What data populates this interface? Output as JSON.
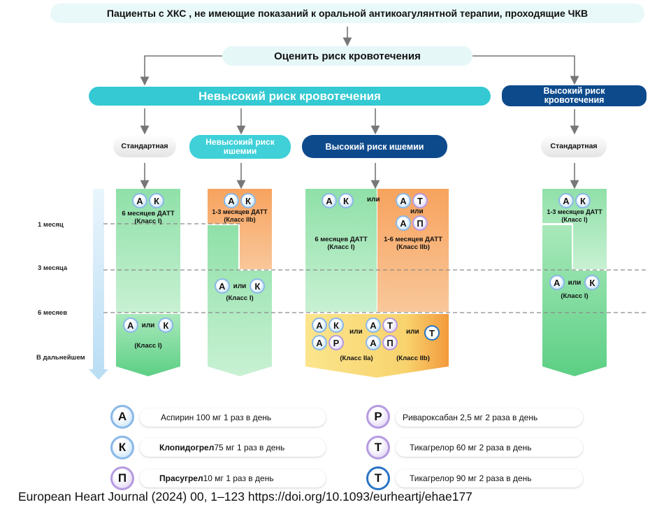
{
  "header": {
    "population": "Пациенты с ХКС , не имеющие показаний к оральной антикоагулянтной терапии, проходящие ЧКВ",
    "assess": "Оценить риск кровотечения",
    "low_bleeding": "Невысокий риск кровотечения",
    "high_bleeding_1": "Высокий риск",
    "high_bleeding_2": "кровотечения"
  },
  "branches": {
    "standard": "Стандартная",
    "low_ischemia_1": "Невысокий риск",
    "low_ischemia_2": "ишемии",
    "high_ischemia": "Высокий риск ишемии"
  },
  "timeline": {
    "month1": "1 месяц",
    "month3": "3 месяца",
    "month6": "6 месяев",
    "later": "В дальнейшем"
  },
  "columns": {
    "col1": {
      "top_text_1": "6 месяцев ДАТТ",
      "top_text_2": "(Класс I)",
      "bottom_text": "(Класс I)"
    },
    "col2": {
      "top_text_1": "1-3 месяцев ДАТТ",
      "top_text_2": "(Класс IIb)",
      "bottom_text": "(Класс I)"
    },
    "col3": {
      "left_text_1": "6 месяцев ДАТТ",
      "left_text_2": "(Класс I)",
      "right_text_1": "1-6 месяцев ДАТТ",
      "right_text_2": "(Класс IIb)",
      "bottom_left": "(Класс IIa)",
      "bottom_right": "(Класс IIb)"
    },
    "col4": {
      "top_text_1": "1-3 месяцев ДАТТ",
      "top_text_2": "(Класс I)",
      "bottom_text": "(Класс I)"
    }
  },
  "words": {
    "or": "или"
  },
  "letters": {
    "A": "А",
    "K": "К",
    "T": "Т",
    "P_pras": "П",
    "R": "Р"
  },
  "legend": {
    "aspirin": "Аспирин 100 мг 1 раз в день",
    "clopi_name": "Клопидогрел",
    "clopi_dose": " 75 мг 1 раз в день",
    "pras_name": "Прасугрел",
    "pras_dose": " 10 мг 1 раз в день",
    "rivaro": "Ривароксабан 2,5 мг 2 раза в день",
    "tica60": "Тикагрелор 60 мг 2 раза в день",
    "tica90": "Тикагрелор 90 мг 2 раза в день"
  },
  "citation": "European Heart Journal (2024) 00, 1–123 https://doi.org/10.1093/eurheartj/ehae177",
  "colors": {
    "teal": "#34c9d3",
    "navy": "#0d4a8c",
    "green": "#7fdc9c",
    "orange": "#f5a15e",
    "yellow": "#f7dc72"
  }
}
